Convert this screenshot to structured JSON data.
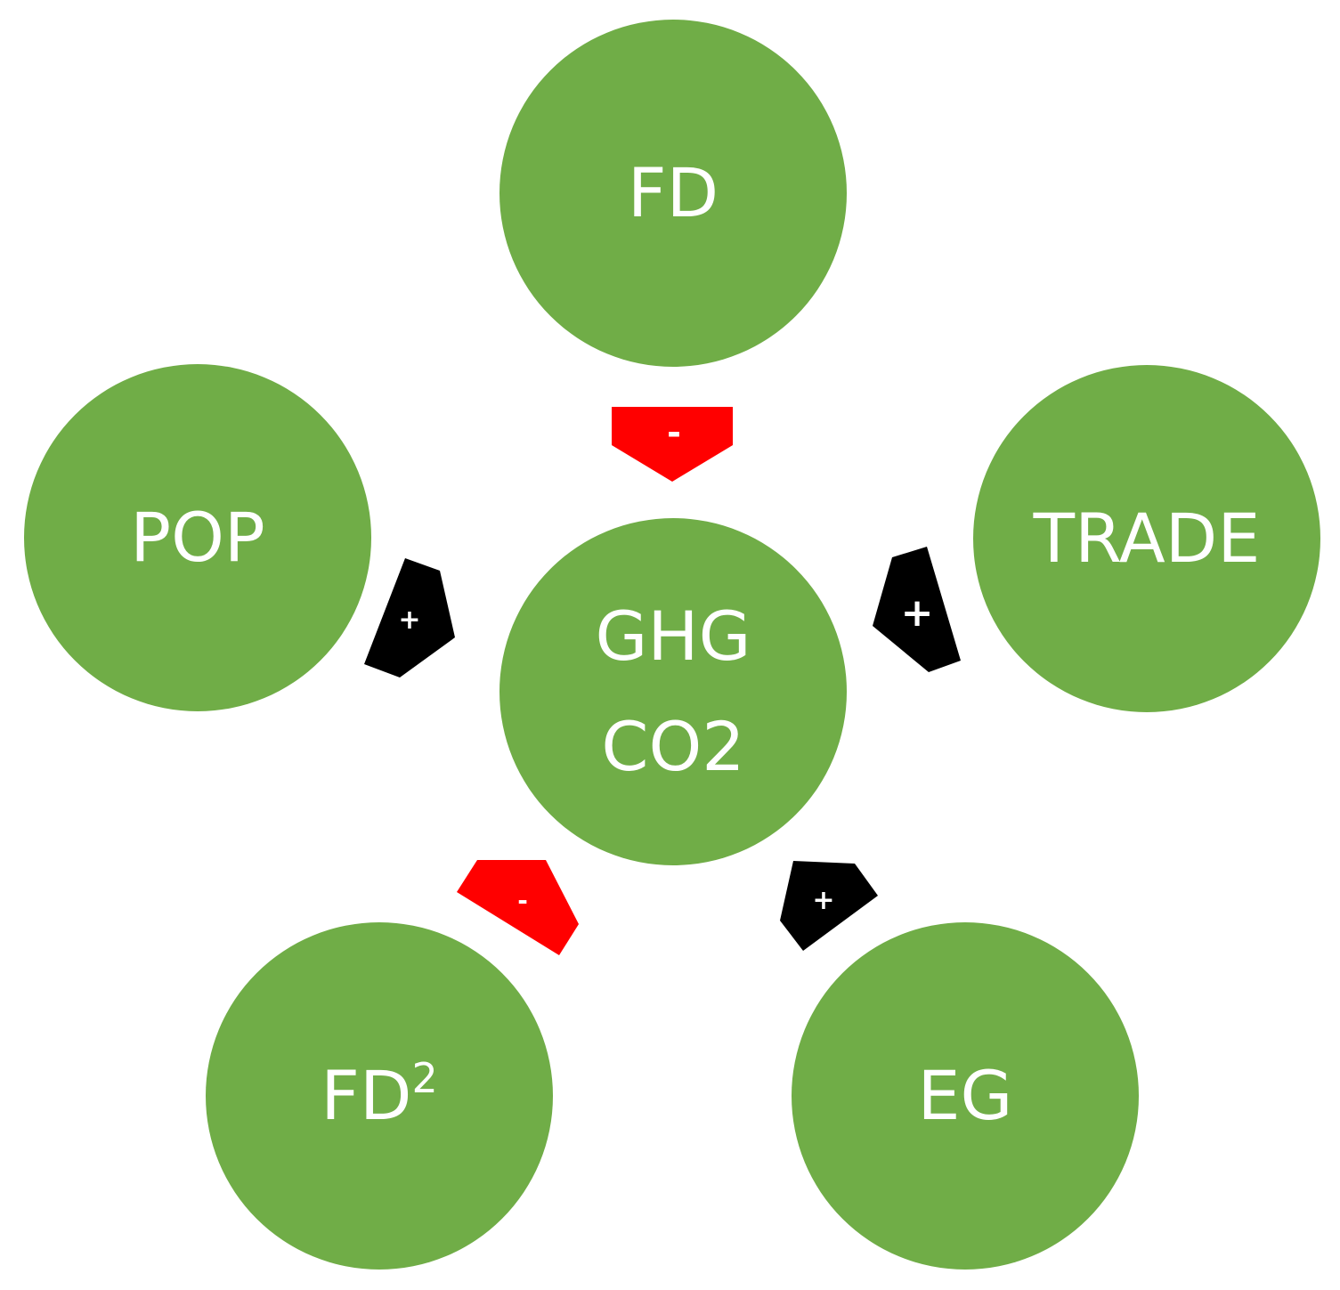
{
  "colors": {
    "node_fill": "#70ad47",
    "node_text": "#ffffff",
    "negative_arrow": "#ff0000",
    "positive_arrow": "#000000",
    "sign_text": "#ffffff",
    "background": "#ffffff"
  },
  "center": {
    "label_line1": "GHG",
    "label_line2": "CO2"
  },
  "nodes": {
    "fd": {
      "label": "FD"
    },
    "trade": {
      "label": "TRADE"
    },
    "eg": {
      "label": "EG"
    },
    "fd2": {
      "label": "FD",
      "superscript": "2"
    },
    "pop": {
      "label": "POP"
    }
  },
  "links": [
    {
      "from": "FD",
      "to": "GHG CO2",
      "sign": "-",
      "polarity": "negative"
    },
    {
      "from": "TRADE",
      "to": "GHG CO2",
      "sign": "+",
      "polarity": "positive"
    },
    {
      "from": "EG",
      "to": "GHG CO2",
      "sign": "+",
      "polarity": "positive"
    },
    {
      "from": "FD²",
      "to": "GHG CO2",
      "sign": "-",
      "polarity": "negative"
    },
    {
      "from": "POP",
      "to": "GHG CO2",
      "sign": "+",
      "polarity": "positive"
    }
  ]
}
